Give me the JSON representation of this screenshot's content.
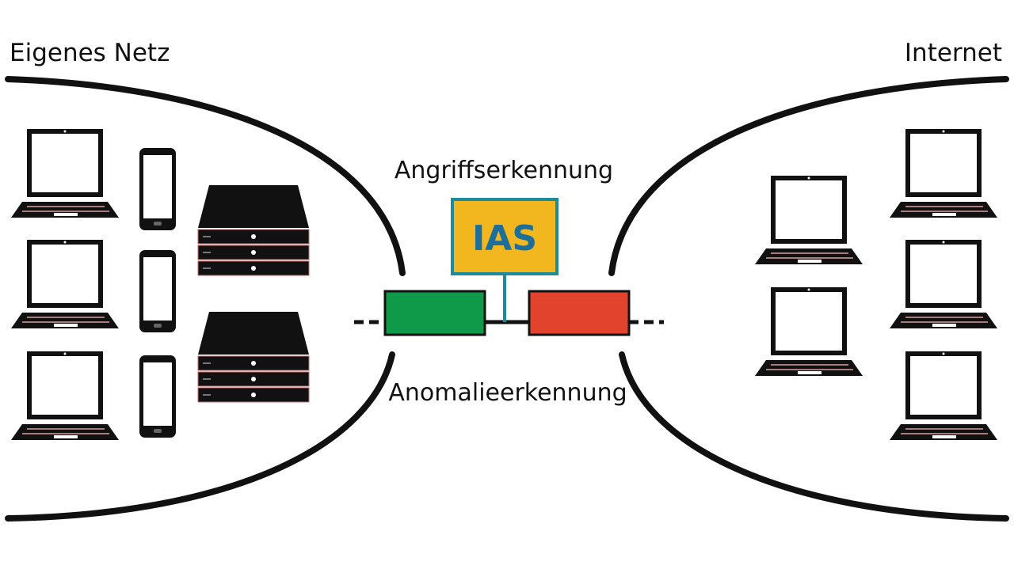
{
  "labels": {
    "own_network": "Eigenes Netz",
    "internet": "Internet",
    "attack_detection": "Angriffserkennung",
    "anomaly_detection": "Anomalieerkennung",
    "ias": "IAS"
  },
  "devices": {
    "left_laptops": 3,
    "left_phones": 3,
    "left_server_stacks": 2,
    "right_laptops": 5
  },
  "colors": {
    "ias_fill": "#f2b61e",
    "ias_border": "#1f8a98",
    "green_box": "#0f9a4a",
    "red_box": "#e2432c",
    "network_curve": "#111111"
  }
}
